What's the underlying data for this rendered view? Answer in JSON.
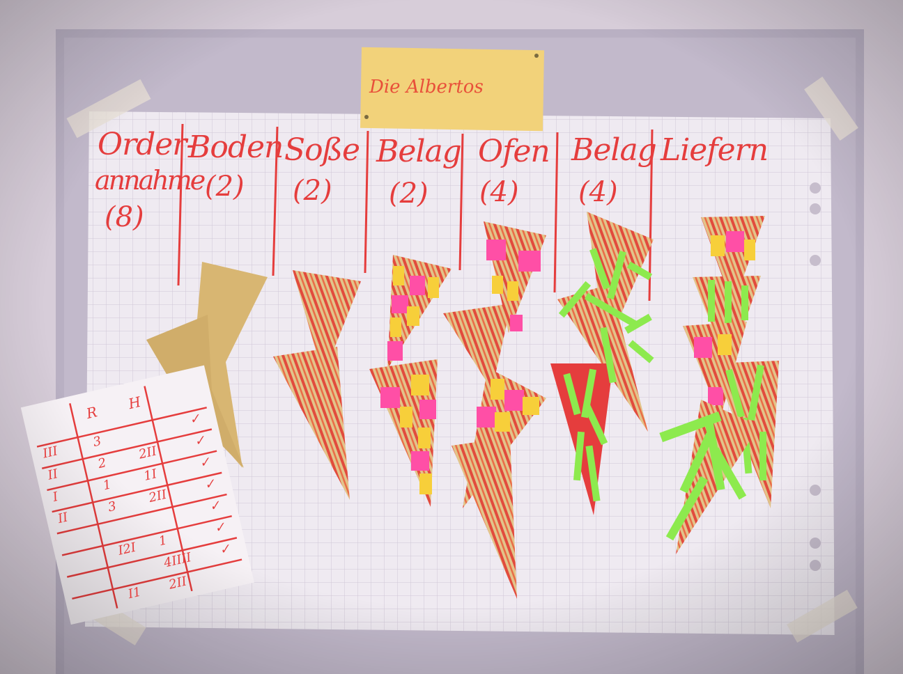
{
  "sign": {
    "text": "Die Albertos"
  },
  "columns": [
    {
      "title": "Order-",
      "title2": "annahme",
      "count": "(8)"
    },
    {
      "title": "Boden",
      "count": "(2)"
    },
    {
      "title": "Soße",
      "count": "(2)"
    },
    {
      "title": "Belag",
      "count": "(2)"
    },
    {
      "title": "Ofen",
      "count": "(4)"
    },
    {
      "title": "Belag",
      "count": "(4)"
    },
    {
      "title": "Liefern"
    }
  ],
  "tally_sheet": {
    "headers": [
      "R",
      "H"
    ],
    "rows": [
      [
        "III",
        "3",
        "",
        "✓"
      ],
      [
        "II",
        "2",
        "2II",
        "✓"
      ],
      [
        "I",
        "1",
        "1I",
        "✓"
      ],
      [
        "II",
        "3",
        "2II",
        "✓"
      ],
      [
        "",
        "",
        "",
        "✓"
      ],
      [
        "",
        "I2I",
        "1",
        "✓"
      ],
      [
        "",
        "",
        "4IIII",
        "✓"
      ],
      [
        "",
        "I1",
        "2II",
        ""
      ]
    ]
  },
  "colors": {
    "wall": "#d7cdd9",
    "frame": "#b9b0c3",
    "paper": "#efeaf1",
    "marker_red": "#e53d3d",
    "pizza_base": "#e2c48a",
    "sticky_yellow": "#f7cf3a",
    "sticky_pink": "#ff4fa6",
    "paper_green": "#8dea4e",
    "sign_yellow": "#f2d27a"
  }
}
